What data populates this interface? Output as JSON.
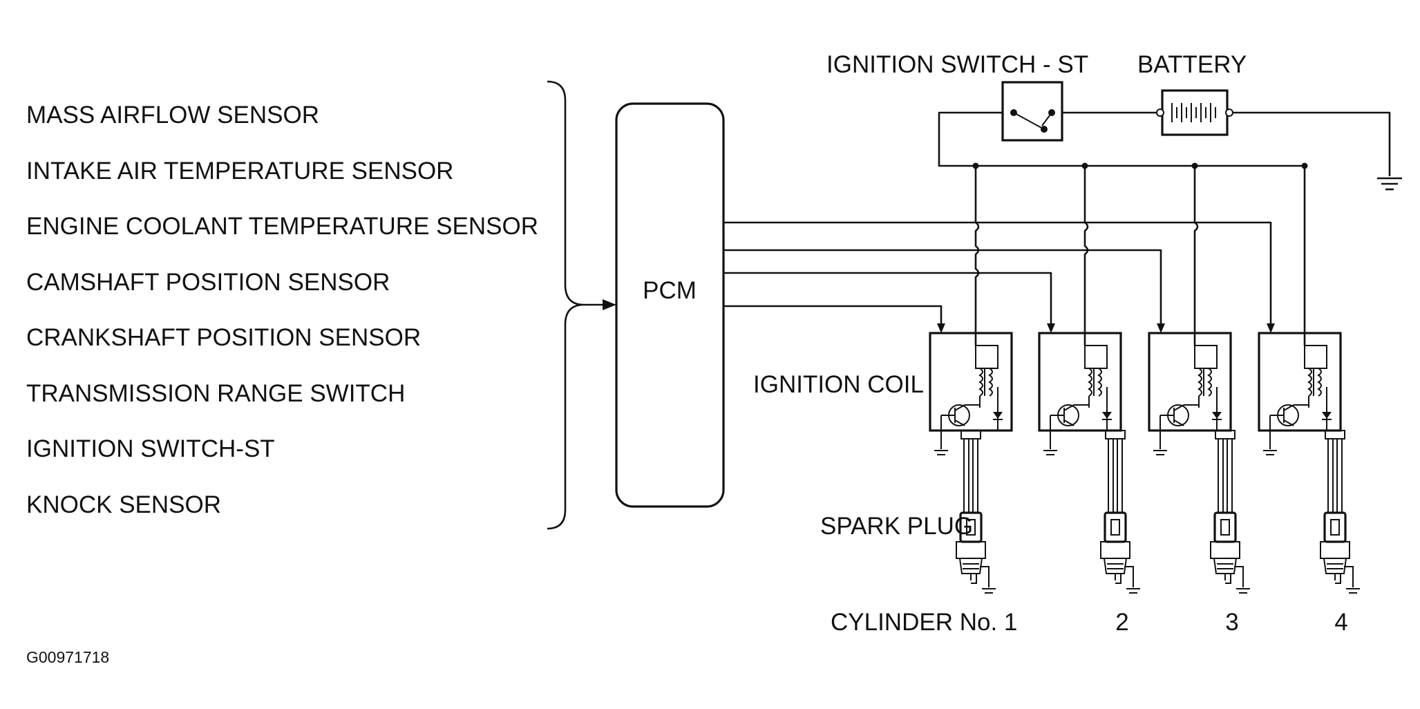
{
  "inputs": [
    "MASS AIRFLOW SENSOR",
    "INTAKE AIR TEMPERATURE SENSOR",
    "ENGINE COOLANT TEMPERATURE SENSOR",
    "CAMSHAFT POSITION SENSOR",
    "CRANKSHAFT POSITION SENSOR",
    "TRANSMISSION RANGE SWITCH",
    "IGNITION SWITCH-ST",
    "KNOCK SENSOR"
  ],
  "pcm_label": "PCM",
  "ignition_switch_label": "IGNITION SWITCH - ST",
  "battery_label": "BATTERY",
  "ignition_coil_label": "IGNITION COIL",
  "spark_plug_label": "SPARK PLUG",
  "cylinders": [
    "CYLINDER No. 1",
    "2",
    "3",
    "4"
  ],
  "figure_code": "G00971718"
}
